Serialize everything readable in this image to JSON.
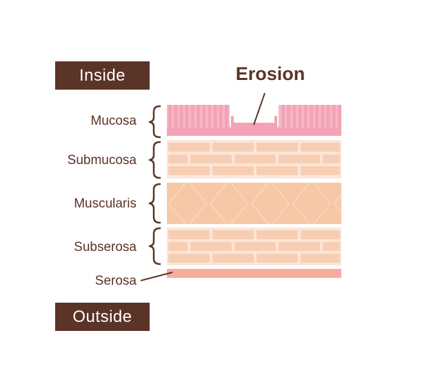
{
  "labels": {
    "inside": "Inside",
    "outside": "Outside",
    "erosion": "Erosion"
  },
  "layers": [
    {
      "id": "mucosa",
      "label": "Mucosa"
    },
    {
      "id": "submucosa",
      "label": "Submucosa"
    },
    {
      "id": "muscularis",
      "label": "Muscularis"
    },
    {
      "id": "subserosa",
      "label": "Subserosa"
    },
    {
      "id": "serosa",
      "label": "Serosa"
    }
  ],
  "colors": {
    "text_brown": "#5a3426",
    "mucosa_pink": "#f3a3b5",
    "mucosa_light": "#fbd3dc",
    "submucosa_bg": "#f9dcc8",
    "brick": "#f7ceb3",
    "muscle_bg": "#f6c8a6",
    "serosa": "#f6ad9d",
    "brace": "#5a3426"
  }
}
